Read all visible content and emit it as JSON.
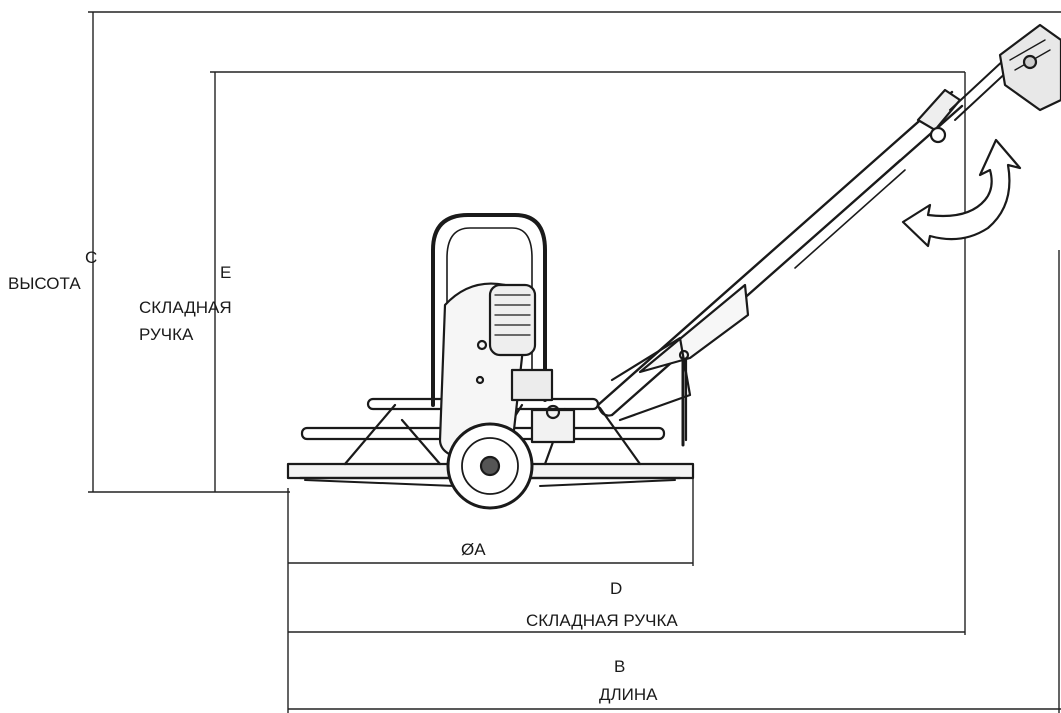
{
  "labels": {
    "c_letter": "C",
    "c_caption": "ВЫСОТА",
    "e_letter": "E",
    "e_caption_line1": "СКЛАДНАЯ",
    "e_caption_line2": "РУЧКА",
    "a_label": "ØA",
    "d_letter": "D",
    "d_caption": "СКЛАДНАЯ РУЧКА",
    "b_letter": "B",
    "b_caption": "ДЛИНА"
  },
  "icons": {
    "rotation": "curved-double-arrow-icon"
  }
}
